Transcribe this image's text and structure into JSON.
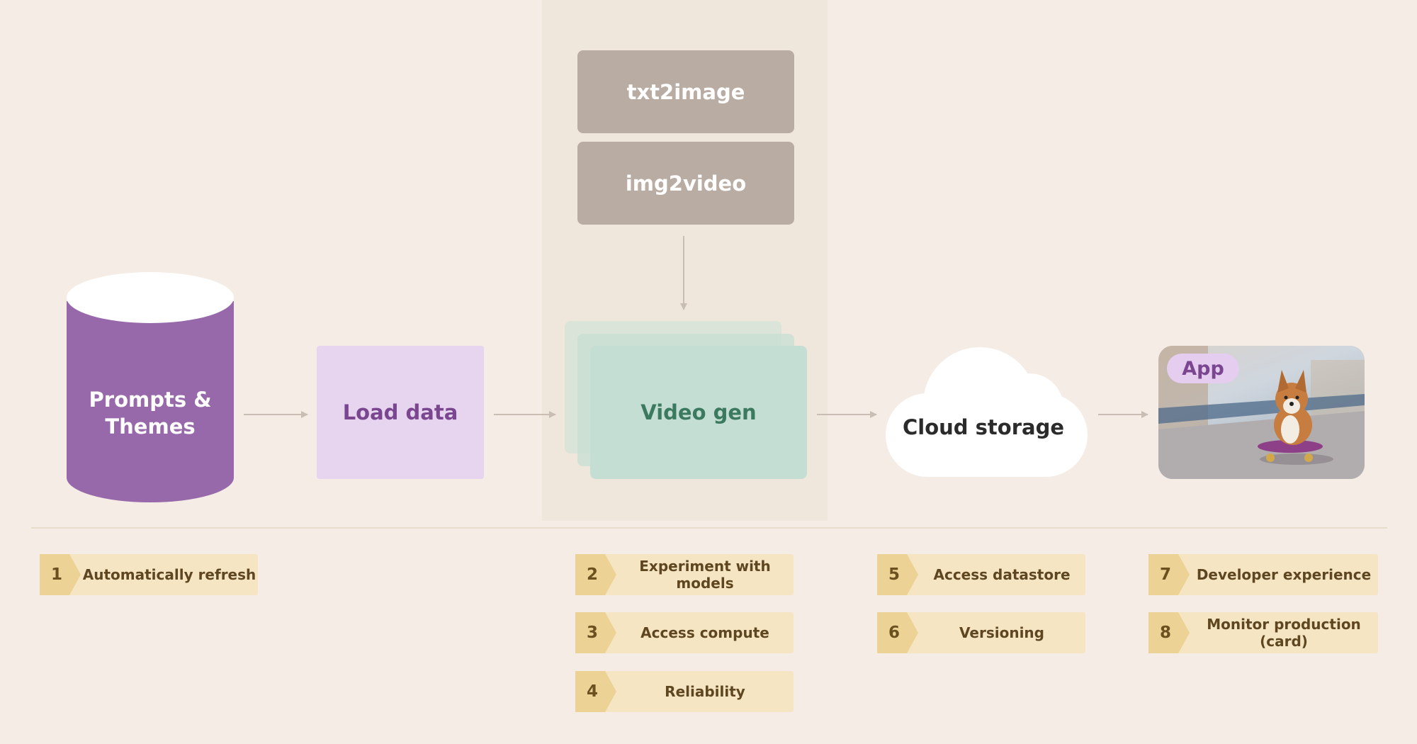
{
  "pipeline": {
    "source": "Prompts & Themes",
    "load": "Load data",
    "models": [
      "txt2image",
      "img2video"
    ],
    "video": "Video gen",
    "storage": "Cloud storage",
    "app": "App"
  },
  "tags": [
    {
      "num": "1",
      "label": "Automatically refresh"
    },
    {
      "num": "2",
      "label": "Experiment with models"
    },
    {
      "num": "3",
      "label": "Access compute"
    },
    {
      "num": "4",
      "label": "Reliability"
    },
    {
      "num": "5",
      "label": "Access datastore"
    },
    {
      "num": "6",
      "label": "Versioning"
    },
    {
      "num": "7",
      "label": "Developer experience"
    },
    {
      "num": "8",
      "label": "Monitor production (card)"
    }
  ],
  "colors": {
    "background": "#f4ece5",
    "datastore": "#9769ab",
    "load": "#e7d4ef",
    "video": "#c4ded3",
    "model": "#b9aca3",
    "tag": "#f5e5c2",
    "tag_number": "#ecd294"
  },
  "icons": [
    "database-icon",
    "cloud-icon",
    "corgi-skateboard-image",
    "arrow-right-icon",
    "arrow-down-icon"
  ]
}
